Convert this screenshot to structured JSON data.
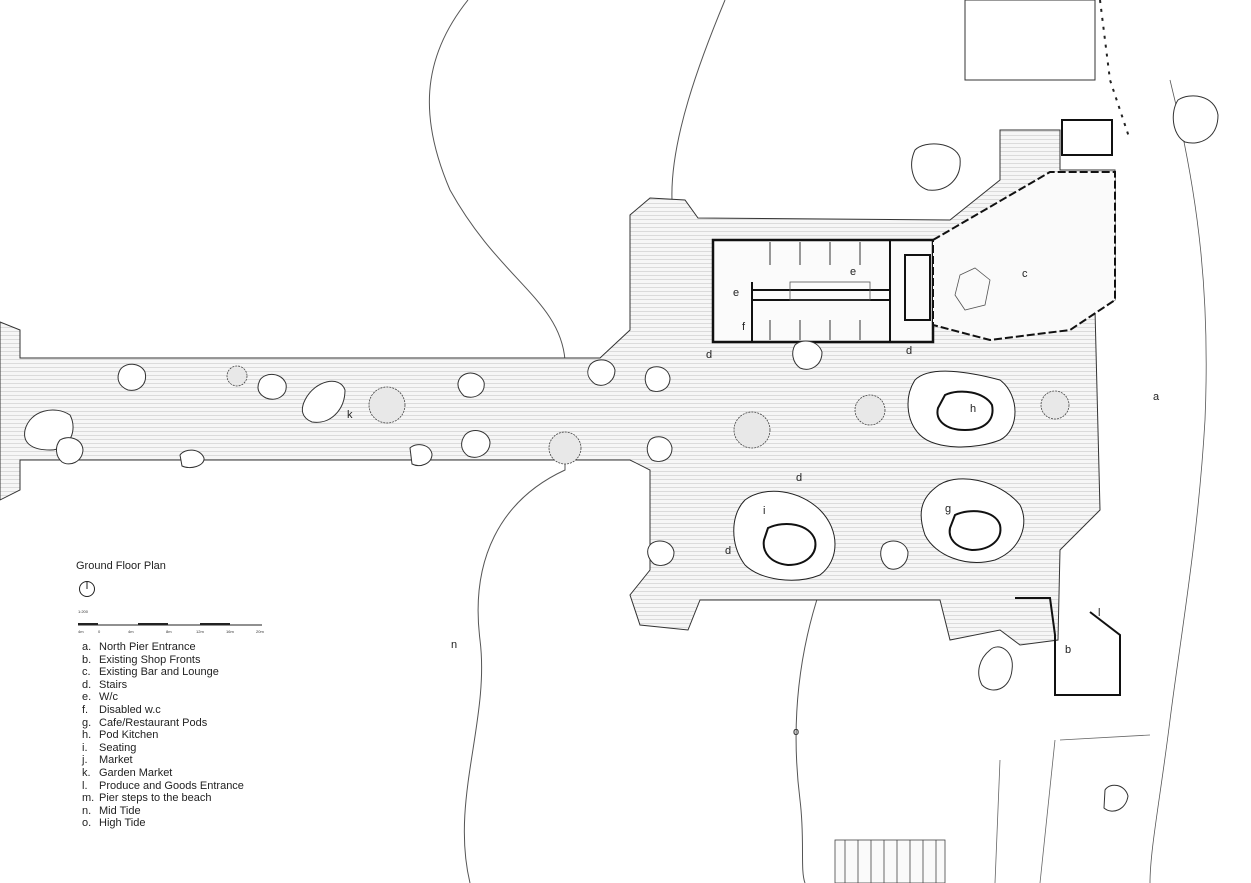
{
  "legend": {
    "title": "Ground Floor Plan",
    "scale_ratio": "1:200",
    "scale_ticks": [
      "4m",
      "0",
      "4m",
      "8m",
      "12m",
      "16m",
      "20m"
    ],
    "items": [
      {
        "key": "a.",
        "text": "North Pier Entrance"
      },
      {
        "key": "b.",
        "text": "Existing Shop Fronts"
      },
      {
        "key": "c.",
        "text": "Existing Bar and Lounge"
      },
      {
        "key": "d.",
        "text": "Stairs"
      },
      {
        "key": "e.",
        "text": "W/c"
      },
      {
        "key": "f.",
        "text": "Disabled w.c"
      },
      {
        "key": "g.",
        "text": "Cafe/Restaurant Pods"
      },
      {
        "key": "h.",
        "text": "Pod Kitchen"
      },
      {
        "key": "i.",
        "text": "Seating"
      },
      {
        "key": "j.",
        "text": "Market"
      },
      {
        "key": "k.",
        "text": "Garden Market"
      },
      {
        "key": "l.",
        "text": "Produce and Goods Entrance"
      },
      {
        "key": "m.",
        "text": "Pier steps to the beach"
      },
      {
        "key": "n.",
        "text": "Mid Tide"
      },
      {
        "key": "o.",
        "text": "High Tide"
      }
    ]
  },
  "plan_labels": {
    "a": "a",
    "b": "b",
    "c": "c",
    "d": "d",
    "e": "e",
    "f": "f",
    "g": "g",
    "h": "h",
    "i": "i",
    "k": "k",
    "l": "l",
    "n": "n",
    "o": "o"
  }
}
